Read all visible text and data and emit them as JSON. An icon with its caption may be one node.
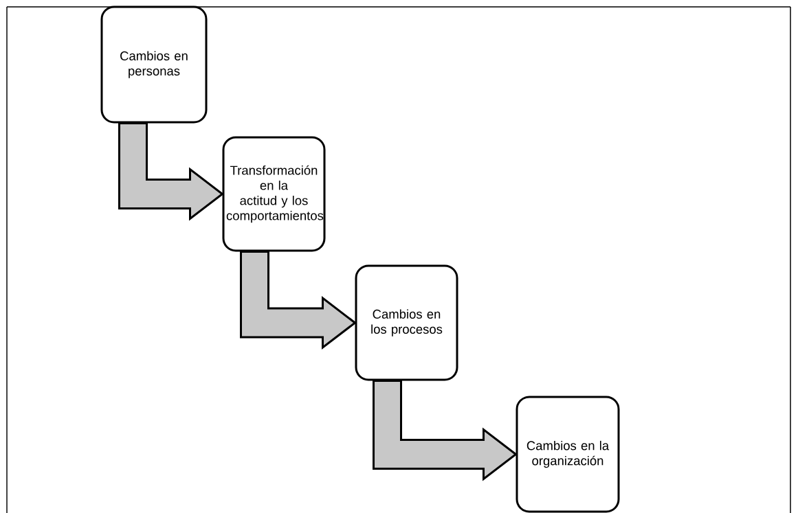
{
  "diagram": {
    "nodes": [
      {
        "text": [
          "Cambios en personas"
        ]
      },
      {
        "text": [
          "Transformación en la actitud y los comportamientos"
        ]
      },
      {
        "text": [
          "Cambios en los procesos"
        ]
      },
      {
        "text": [
          "Cambios en la organización"
        ]
      }
    ],
    "edges": [
      {
        "from": 0,
        "to": 1,
        "arrow": "to"
      },
      {
        "from": 1,
        "to": 2,
        "arrow": "to"
      },
      {
        "from": 2,
        "to": 3,
        "arrow": "to"
      }
    ]
  }
}
